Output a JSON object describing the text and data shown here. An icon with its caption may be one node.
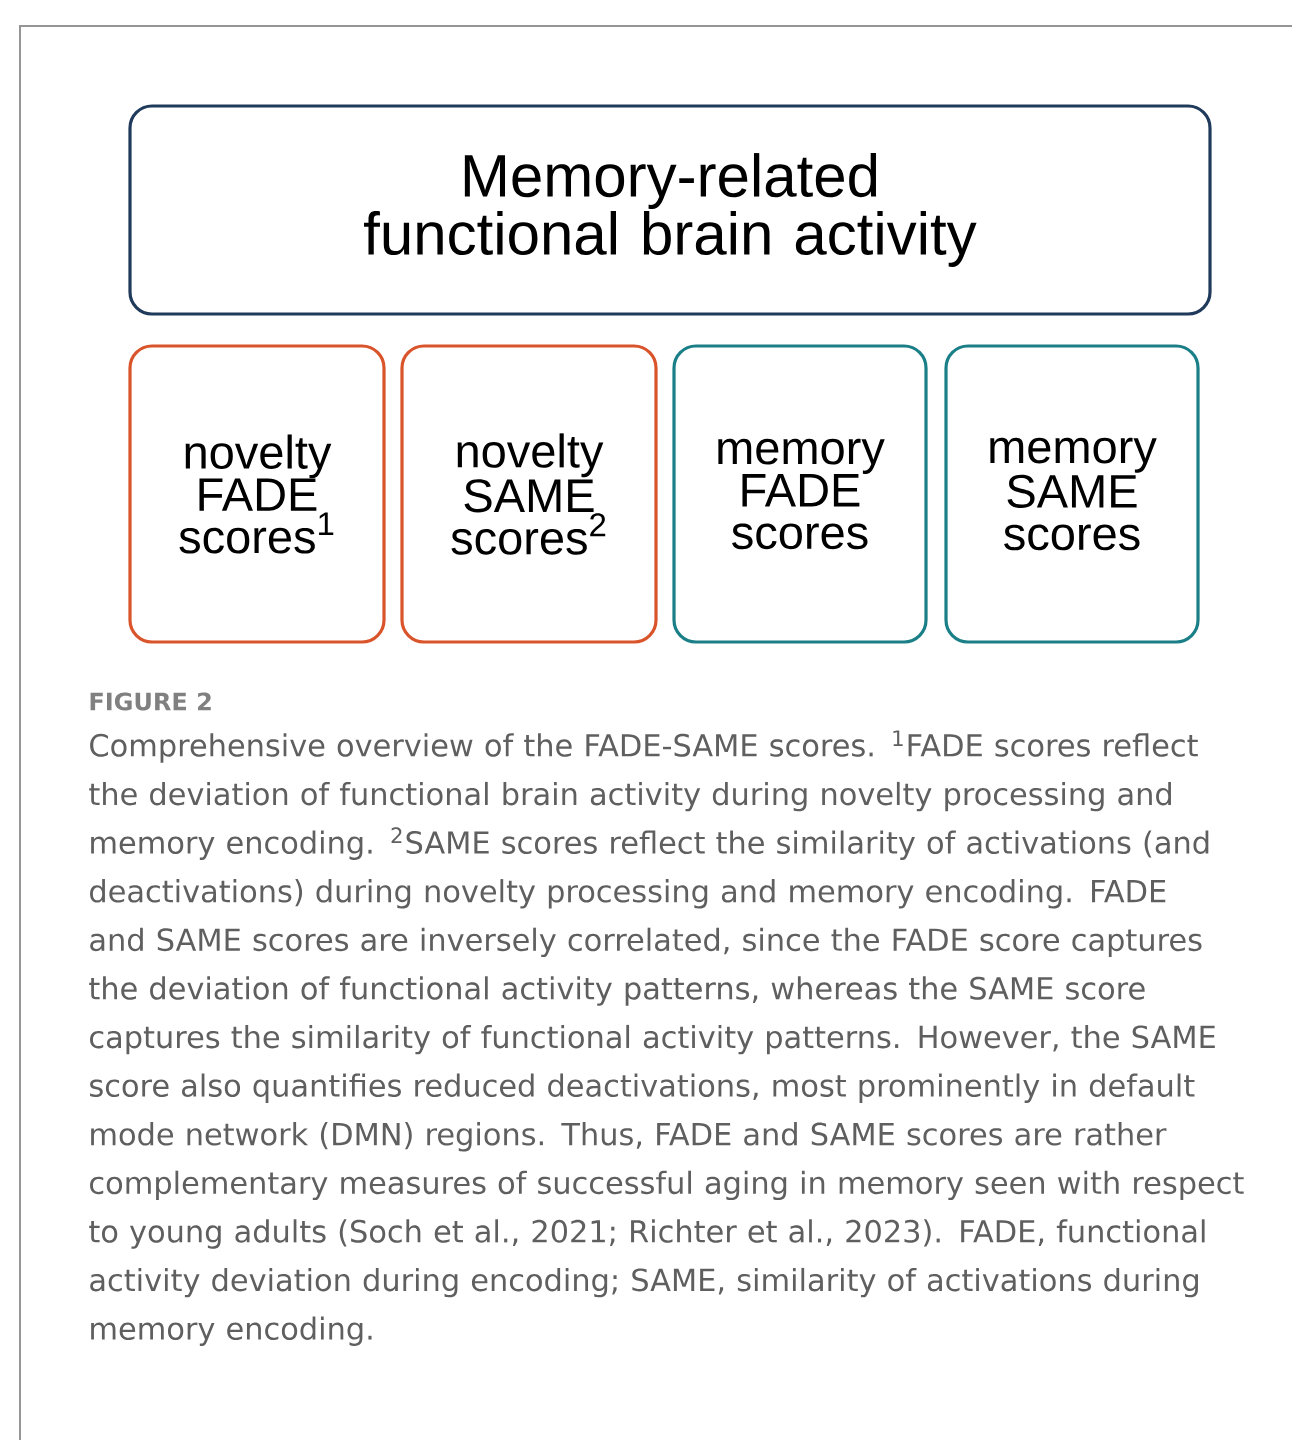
{
  "diagram": {
    "caption": "Comprehensive overview of the FADE-SAME scores. $^{1}$FADE scores reflect the deviation of functional brain activity during novelty processing and memory encoding. $^{2}$SAME scores reflect the similarity of activations (and deactivations) during novelty processing and memory encoding. FADE and SAME scores are inversely correlated, since the FADE score captures the deviation of functional activity patterns, whereas the SAME score captures the similarity of functional activity patterns. However, the SAME score also quantifies reduced deactivations, most prominently in default mode network (DMN) regions. Thus, FADE and SAME scores are rather complementary measures of successful aging in memory seen with respect to young adults (Soch et al., 2021; Richter et al., 2023). FADE, functional activity deviation during encoding; SAME, similarity of activations during memory encoding.",
    "nodes": [
      {
        "text": [
          "Memory-related functional brain activity"
        ]
      },
      {
        "text": [
          "novelty FADE scores$^{1}$"
        ]
      },
      {
        "text": [
          "novelty SAME scores$^{2}$"
        ]
      },
      {
        "text": [
          "memory FADE scores"
        ]
      },
      {
        "text": [
          "memory SAME scores"
        ]
      }
    ],
    "labels": [
      "FIGURE 2"
    ]
  }
}
